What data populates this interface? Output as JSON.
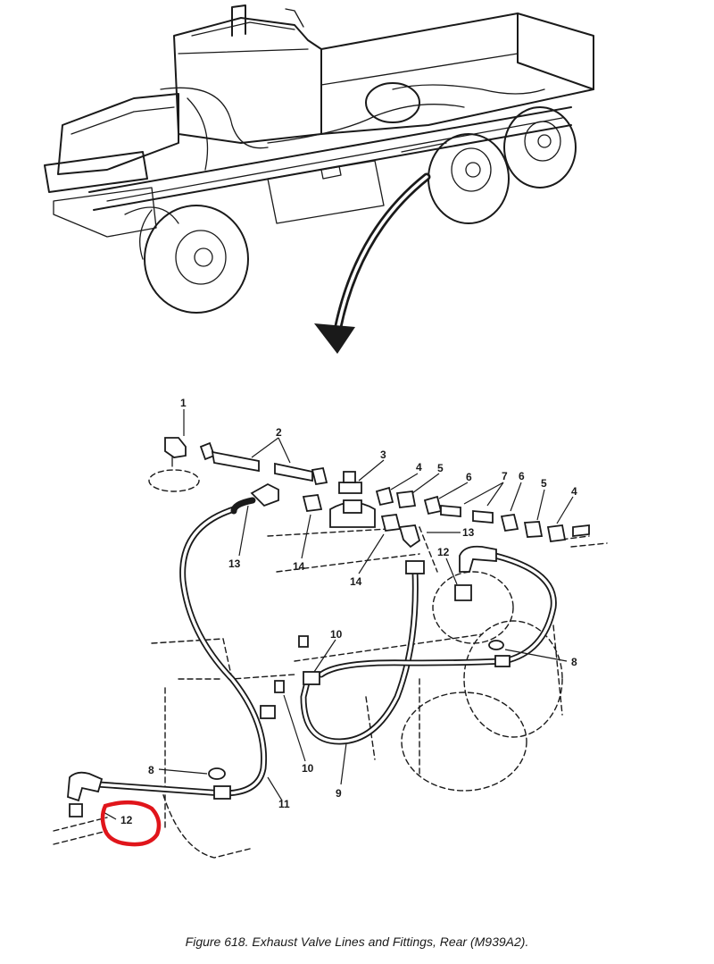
{
  "figure": {
    "caption": "Figure 618.  Exhaust Valve Lines and Fittings, Rear (M939A2).",
    "highlight_color": "#e0151b",
    "highlighted_callout": "12"
  },
  "callouts": {
    "c1": "1",
    "c2": "2",
    "c3": "3",
    "c4a": "4",
    "c4b": "4",
    "c5a": "5",
    "c5b": "5",
    "c6a": "6",
    "c6b": "6",
    "c7": "7",
    "c13a": "13",
    "c13b": "13",
    "c14a": "14",
    "c14b": "14",
    "c12a": "12",
    "c12b": "12",
    "c10a": "10",
    "c10b": "10",
    "c8a": "8",
    "c8b": "8",
    "c9": "9",
    "c11": "11"
  }
}
